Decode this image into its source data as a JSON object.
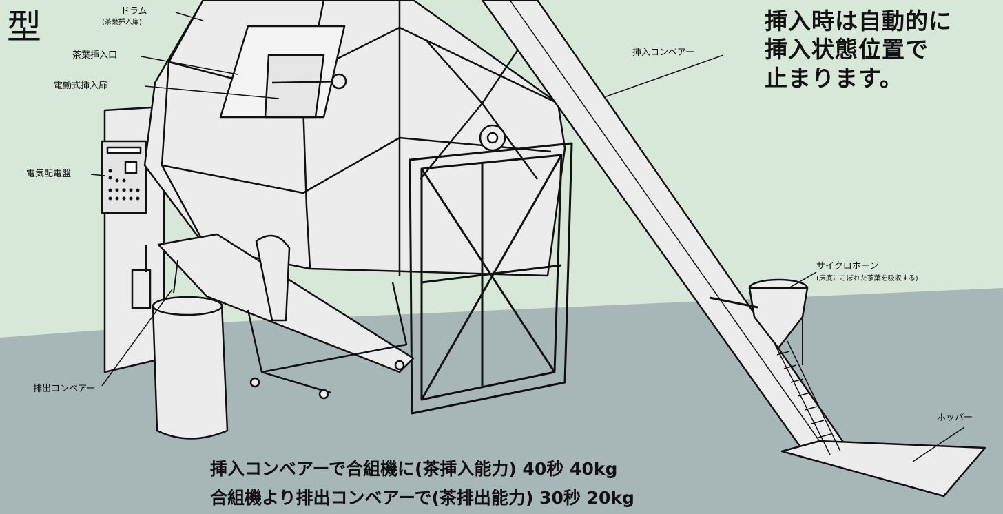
{
  "colors": {
    "wall": "#d7e8d9",
    "floor": "#a7b6b6",
    "line": "#111111",
    "fill": "#ececec"
  },
  "corner_text": "型",
  "notice": {
    "lines": [
      "挿入時は自動的に",
      "挿入状態位置で",
      "止まります。"
    ]
  },
  "labels": {
    "drum": "ドラム",
    "drum_sub": "(茶葉挿入扉)",
    "tea_inlet": "茶葉挿入口",
    "electric_door": "電動式挿入扉",
    "electric_panel": "電気配電盤",
    "insertion_conveyor": "挿入コンベアー",
    "discharge_conveyor": "排出コンベアー",
    "cyclone": "サイクロホーン",
    "cyclone_sub": "(床底にこぼれた茶葉を吸収する)",
    "hopper": "ホッパー"
  },
  "capacity": {
    "line1": "挿入コンベアーで合組機に(茶挿入能力) 40秒 40kg",
    "line2": "合組機より排出コンベアーで(茶排出能力) 30秒 20kg"
  }
}
